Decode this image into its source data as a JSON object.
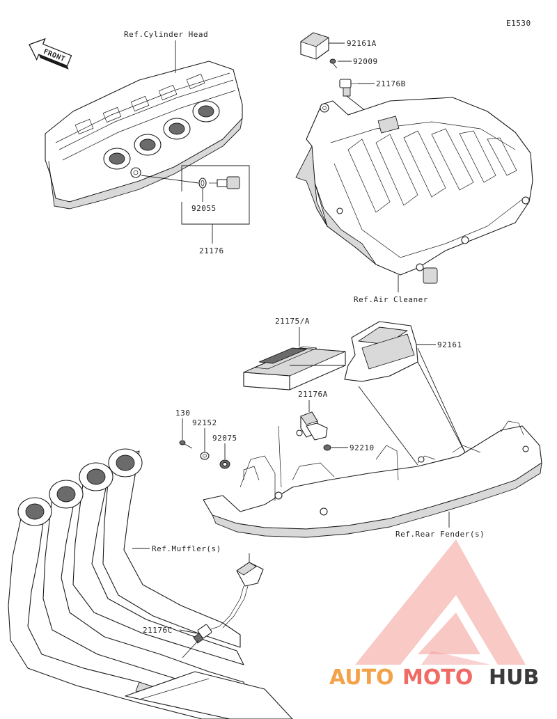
{
  "diagram_code": "E1530",
  "front_label": "FRONT",
  "refs": {
    "cylinder_head": "Ref.Cylinder Head",
    "air_cleaner": "Ref.Air Cleaner",
    "rear_fender": "Ref.Rear Fender(s)",
    "muffler": "Ref.Muffler(s)"
  },
  "parts": {
    "p92161A": "92161A",
    "p92009": "92009",
    "p21176B": "21176B",
    "p92055": "92055",
    "p21176": "21176",
    "p21175A": "21175/A",
    "p92161": "92161",
    "p21176A": "21176A",
    "p130": "130",
    "p92152": "92152",
    "p92075": "92075",
    "p92210": "92210",
    "p21176C": "21176C"
  },
  "watermark": {
    "part1": "AUTO",
    "part2": "MOTO",
    "part3": "HUB",
    "color1": "#f4a24a",
    "color2": "#ef6b66",
    "color3": "#3a3a3a"
  }
}
